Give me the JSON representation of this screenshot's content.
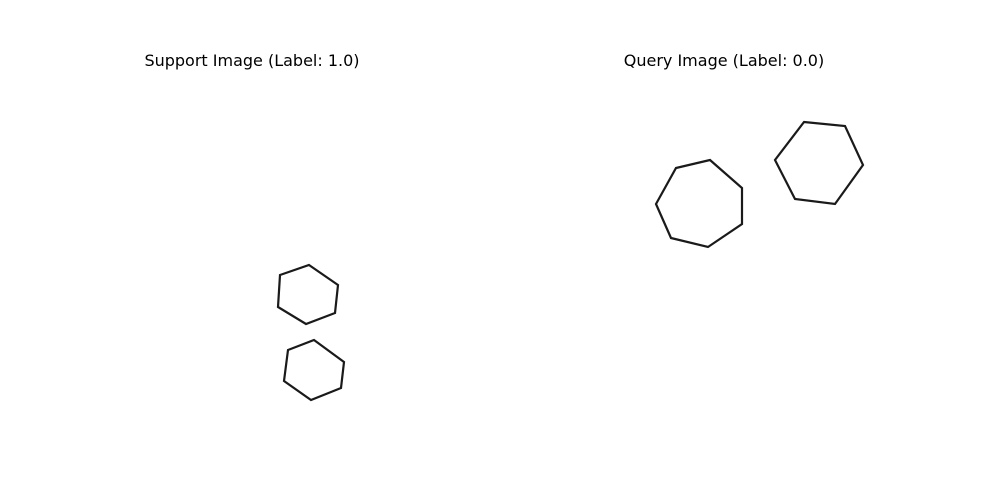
{
  "figure": {
    "panels": [
      {
        "title": "Support Image (Label: 1.0)",
        "shape": "hexagon",
        "count": 2
      },
      {
        "title": "Query Image (Label: 0.0)",
        "shape": "heptagon-and-hexagon",
        "count": 2
      }
    ],
    "stroke_color": "#1a1a1a"
  }
}
